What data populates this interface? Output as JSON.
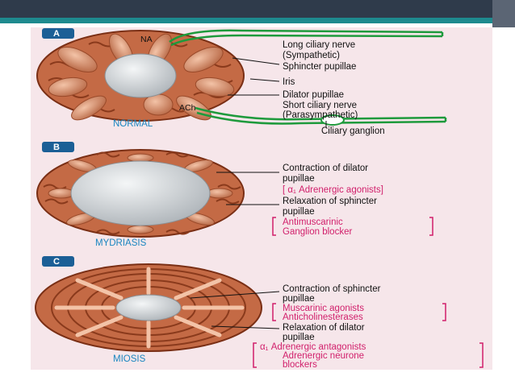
{
  "panels": [
    {
      "badge": "A",
      "caption": "NORMAL",
      "nerve_top": "NA",
      "nerve_bottom": "ACh",
      "labels": [
        "Long ciliary nerve",
        "(Sympathetic)",
        "Sphincter pupillae",
        "Iris",
        "Dilator pupillae",
        "Short ciliary nerve",
        "(Parasympathetic)",
        "Ciliary ganglion"
      ]
    },
    {
      "badge": "B",
      "caption": "MYDRIASIS",
      "labels": [
        "Contraction of dilator",
        "pupillae",
        "Relaxation of sphincter",
        "pupillae"
      ],
      "drug_line1": "[ α₁ Adrenergic agonists]",
      "drugs": [
        "Antimuscarinic",
        "Ganglion blocker"
      ]
    },
    {
      "badge": "C",
      "caption": "MIOSIS",
      "labels": [
        "Contraction of sphincter",
        "pupillae",
        "Relaxation of dilator",
        "pupillae"
      ],
      "drugs_top": [
        "Muscarinic agonists",
        "Anticholinesterases"
      ],
      "drugs_bottom": [
        "α₁ Adrenergic antagonists",
        "Adrenergic neurone",
        "blockers"
      ]
    }
  ],
  "colors": {
    "iris": "#c46a45",
    "iris_dark": "#8a3a1c",
    "pupil": "#cfd3d6",
    "nerve": "#1e9a3c",
    "magenta": "#d11f6b",
    "badge": "#1b5f96"
  }
}
